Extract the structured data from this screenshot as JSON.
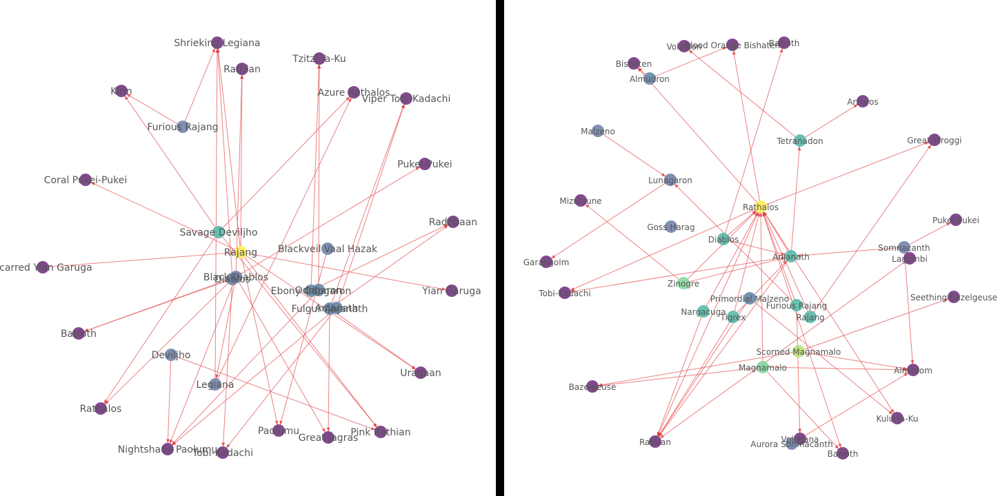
{
  "colors": {
    "edge": "#e8696b",
    "label": "#555555",
    "divider": "#000000",
    "background": "#ffffff",
    "palette": {
      "purple": "#6a2a78",
      "slate": "#6b7ba6",
      "steel": "#5b83a6",
      "teal": "#4fb5a5",
      "green": "#7fd39a",
      "lime": "#b7df6d",
      "yellow": "#fbeb4a"
    }
  },
  "graphs": [
    {
      "id": "left",
      "nodes": [
        {
          "id": "Shrieking Legiana",
          "label": "Shrieking Legiana",
          "color": "purple"
        },
        {
          "id": "Rathian",
          "label": "Rathian",
          "color": "purple"
        },
        {
          "id": "Kirin",
          "label": "Kirin",
          "color": "purple"
        },
        {
          "id": "Furious Rajang",
          "label": "Furious Rajang",
          "color": "slate"
        },
        {
          "id": "Tzitzi-Ya-Ku",
          "label": "Tzitzi-Ya-Ku",
          "color": "purple"
        },
        {
          "id": "Azure Rathalos",
          "label": "Azure Rathalos",
          "color": "purple"
        },
        {
          "id": "Viper Tobi-Kadachi",
          "label": "Viper Tobi-Kadachi",
          "color": "purple"
        },
        {
          "id": "Pukei-Pukei",
          "label": "Pukei-Pukei",
          "color": "purple"
        },
        {
          "id": "Coral Pukei-Pukei",
          "label": "Coral Pukei-Pukei",
          "color": "purple"
        },
        {
          "id": "Radobaan",
          "label": "Radobaan",
          "color": "purple"
        },
        {
          "id": "Savage Deviljho",
          "label": "Savage Deviljho",
          "color": "teal"
        },
        {
          "id": "Rajang",
          "label": "Rajang",
          "color": "yellow"
        },
        {
          "id": "Blackveil Vaal Hazak",
          "label": "Blackveil Vaal Hazak",
          "color": "slate"
        },
        {
          "id": "Scarred Yian Garuga",
          "label": "Scarred Yian Garuga",
          "color": "purple"
        },
        {
          "id": "Black Diablos",
          "label": "Black Diablos",
          "color": "slate"
        },
        {
          "id": "Diablos",
          "label": "Diablos",
          "color": "slate"
        },
        {
          "id": "Ebony Odogaron",
          "label": "Ebony Odogaron",
          "color": "steel"
        },
        {
          "id": "Odogaron",
          "label": "Odogaron",
          "color": "steel"
        },
        {
          "id": "Yian Garuga",
          "label": "Yian Garuga",
          "color": "purple"
        },
        {
          "id": "Fulgur Anjanath",
          "label": "Fulgur Anjanath",
          "color": "steel"
        },
        {
          "id": "Anjanath",
          "label": "Anjanath",
          "color": "steel"
        },
        {
          "id": "Barroth",
          "label": "Barroth",
          "color": "purple"
        },
        {
          "id": "Deviljho",
          "label": "Deviljho",
          "color": "slate"
        },
        {
          "id": "Uragaan",
          "label": "Uragaan",
          "color": "purple"
        },
        {
          "id": "Legiana",
          "label": "Legiana",
          "color": "slate"
        },
        {
          "id": "Rathalos",
          "label": "Rathalos",
          "color": "purple"
        },
        {
          "id": "Paolumu",
          "label": "Paolumu",
          "color": "purple"
        },
        {
          "id": "Great Jagras",
          "label": "Great Jagras",
          "color": "purple"
        },
        {
          "id": "Pink Rathian",
          "label": "Pink Rathian",
          "color": "purple"
        },
        {
          "id": "Nightshade Paolumu",
          "label": "Nightshade Paolumu",
          "color": "purple"
        },
        {
          "id": "Tobi-Kadachi",
          "label": "Tobi-Kadachi",
          "color": "purple"
        }
      ],
      "edges": [
        [
          "Rajang",
          "Shrieking Legiana"
        ],
        [
          "Rajang",
          "Rathian"
        ],
        [
          "Rajang",
          "Coral Pukei-Pukei"
        ],
        [
          "Rajang",
          "Yian Garuga"
        ],
        [
          "Rajang",
          "Paolumu"
        ],
        [
          "Rajang",
          "Pink Rathian"
        ],
        [
          "Rajang",
          "Uragaan"
        ],
        [
          "Scarred Yian Garuga",
          "Rajang"
        ],
        [
          "Furious Rajang",
          "Shrieking Legiana"
        ],
        [
          "Furious Rajang",
          "Kirin"
        ],
        [
          "Savage Deviljho",
          "Kirin"
        ],
        [
          "Savage Deviljho",
          "Azure Rathalos"
        ],
        [
          "Savage Deviljho",
          "Rathalos"
        ],
        [
          "Savage Deviljho",
          "Pink Rathian"
        ],
        [
          "Black Diablos",
          "Rathian"
        ],
        [
          "Black Diablos",
          "Legiana"
        ],
        [
          "Black Diablos",
          "Barroth"
        ],
        [
          "Black Diablos",
          "Pukei-Pukei"
        ],
        [
          "Black Diablos",
          "Great Jagras"
        ],
        [
          "Black Diablos",
          "Nightshade Paolumu"
        ],
        [
          "Diablos",
          "Shrieking Legiana"
        ],
        [
          "Diablos",
          "Barroth"
        ],
        [
          "Diablos",
          "Rathalos"
        ],
        [
          "Diablos",
          "Tobi-Kadachi"
        ],
        [
          "Legiana",
          "Azure Rathalos"
        ],
        [
          "Legiana",
          "Shrieking Legiana"
        ],
        [
          "Deviljho",
          "Nightshade Paolumu"
        ],
        [
          "Deviljho",
          "Pink Rathian"
        ],
        [
          "Ebony Odogaron",
          "Tzitzi-Ya-Ku"
        ],
        [
          "Ebony Odogaron",
          "Radobaan"
        ],
        [
          "Odogaron",
          "Tzitzi-Ya-Ku"
        ],
        [
          "Odogaron",
          "Nightshade Paolumu"
        ],
        [
          "Blackveil Vaal Hazak",
          "Paolumu"
        ],
        [
          "Fulgur Anjanath",
          "Viper Tobi-Kadachi"
        ],
        [
          "Fulgur Anjanath",
          "Radobaan"
        ],
        [
          "Fulgur Anjanath",
          "Uragaan"
        ],
        [
          "Fulgur Anjanath",
          "Great Jagras"
        ],
        [
          "Anjanath",
          "Viper Tobi-Kadachi"
        ],
        [
          "Anjanath",
          "Tobi-Kadachi"
        ],
        [
          "Anjanath",
          "Nightshade Paolumu"
        ]
      ]
    },
    {
      "id": "right",
      "nodes": [
        {
          "id": "Volvidon",
          "label": "Volvidon",
          "color": "purple"
        },
        {
          "id": "Blood Orange Bishaten",
          "label": "Blood Orange Bishaten",
          "color": "purple"
        },
        {
          "id": "Barroth top",
          "label": "Barroth",
          "color": "purple"
        },
        {
          "id": "Bishaten",
          "label": "Bishaten",
          "color": "purple"
        },
        {
          "id": "Almudron",
          "label": "Almudron",
          "color": "steel"
        },
        {
          "id": "Arzuros",
          "label": "Arzuros",
          "color": "purple"
        },
        {
          "id": "Malzeno",
          "label": "Malzeno",
          "color": "slate"
        },
        {
          "id": "Tetranadon",
          "label": "Tetranadon",
          "color": "teal"
        },
        {
          "id": "Great Wroggi",
          "label": "Great Wroggi",
          "color": "purple"
        },
        {
          "id": "Lunagaron",
          "label": "Lunagaron",
          "color": "slate"
        },
        {
          "id": "Mizutsune",
          "label": "Mizutsune",
          "color": "purple"
        },
        {
          "id": "Rathalos",
          "label": "Rathalos",
          "color": "yellow"
        },
        {
          "id": "Pukei-Pukei",
          "label": "Pukei-Pukei",
          "color": "purple"
        },
        {
          "id": "Goss Harag",
          "label": "Goss Harag",
          "color": "slate"
        },
        {
          "id": "Somnacanth",
          "label": "Somnacanth",
          "color": "slate"
        },
        {
          "id": "Lagombi",
          "label": "Lagombi",
          "color": "purple"
        },
        {
          "id": "Diablos",
          "label": "Diablos",
          "color": "teal"
        },
        {
          "id": "Anjanath",
          "label": "Anjanath",
          "color": "teal"
        },
        {
          "id": "Garangolm",
          "label": "Garangolm",
          "color": "purple"
        },
        {
          "id": "Zinogre",
          "label": "Zinogre",
          "color": "green"
        },
        {
          "id": "Tobi-Kadachi",
          "label": "Tobi-Kadachi",
          "color": "purple"
        },
        {
          "id": "Primordial Malzeno",
          "label": "Primordial Malzeno",
          "color": "steel"
        },
        {
          "id": "Seething Bazelgeuse",
          "label": "Seething Bazelgeuse",
          "color": "purple"
        },
        {
          "id": "Furious Rajang",
          "label": "Furious Rajang",
          "color": "teal"
        },
        {
          "id": "Nargacuga",
          "label": "Nargacuga",
          "color": "teal"
        },
        {
          "id": "Tigrex",
          "label": "Tigrex",
          "color": "teal"
        },
        {
          "id": "Rajang",
          "label": "Rajang",
          "color": "teal"
        },
        {
          "id": "Scorned Magnamalo",
          "label": "Scorned Magnamalo",
          "color": "lime"
        },
        {
          "id": "Magnamalo",
          "label": "Magnamalo",
          "color": "green"
        },
        {
          "id": "Almosom",
          "label": "Almosom",
          "color": "purple"
        },
        {
          "id": "Bazelgeuse",
          "label": "Bazelgeuse",
          "color": "purple"
        },
        {
          "id": "Kulu-Ya-Ku",
          "label": "Kulu-Ya-Ku",
          "color": "purple"
        },
        {
          "id": "Rathian",
          "label": "Rathian",
          "color": "purple"
        },
        {
          "id": "Volkhana",
          "label": "Volkhana",
          "color": "purple"
        },
        {
          "id": "Aurora Somnacanth",
          "label": "Aurora Somnacanth",
          "color": "slate"
        },
        {
          "id": "Barroth",
          "label": "Barroth",
          "color": "purple"
        }
      ],
      "edges": [
        [
          "Almudron",
          "Bishaten"
        ],
        [
          "Almudron",
          "Blood Orange Bishaten"
        ],
        [
          "Tetranadon",
          "Volvidon"
        ],
        [
          "Tetranadon",
          "Arzuros"
        ],
        [
          "Malzeno",
          "Lunagaron"
        ],
        [
          "Lunagaron",
          "Garangolm"
        ],
        [
          "Rathalos",
          "Bishaten"
        ],
        [
          "Rathalos",
          "Blood Orange Bishaten"
        ],
        [
          "Rathalos",
          "Great Wroggi"
        ],
        [
          "Rathalos",
          "Tobi-Kadachi"
        ],
        [
          "Rathalos",
          "Rathian"
        ],
        [
          "Rathalos",
          "Kulu-Ya-Ku"
        ],
        [
          "Rathalos",
          "Barroth"
        ],
        [
          "Diablos",
          "Rathalos"
        ],
        [
          "Diablos",
          "Anjanath"
        ],
        [
          "Diablos",
          "Barroth top"
        ],
        [
          "Zinogre",
          "Rathalos"
        ],
        [
          "Zinogre",
          "Mizutsune"
        ],
        [
          "Zinogre",
          "Anjanath"
        ],
        [
          "Nargacuga",
          "Rathalos"
        ],
        [
          "Nargacuga",
          "Rathian"
        ],
        [
          "Tigrex",
          "Rathalos"
        ],
        [
          "Tigrex",
          "Anjanath"
        ],
        [
          "Tigrex",
          "Rathian"
        ],
        [
          "Anjanath",
          "Tetranadon"
        ],
        [
          "Anjanath",
          "Tobi-Kadachi"
        ],
        [
          "Anjanath",
          "Rathalos"
        ],
        [
          "Anjanath",
          "Rathian"
        ],
        [
          "Furious Rajang",
          "Rathalos"
        ],
        [
          "Furious Rajang",
          "Lunagaron"
        ],
        [
          "Furious Rajang",
          "Volkhana"
        ],
        [
          "Rajang",
          "Rathalos"
        ],
        [
          "Rajang",
          "Great Wroggi"
        ],
        [
          "Somnacanth",
          "Pukei-Pukei"
        ],
        [
          "Somnacanth",
          "Almosom"
        ],
        [
          "Somnacanth",
          "Anjanath"
        ],
        [
          "Lagombi",
          "Rathian"
        ],
        [
          "Scorned Magnamalo",
          "Seething Bazelgeuse"
        ],
        [
          "Scorned Magnamalo",
          "Bazelgeuse"
        ],
        [
          "Scorned Magnamalo",
          "Almosom"
        ],
        [
          "Magnamalo",
          "Bazelgeuse"
        ],
        [
          "Magnamalo",
          "Almosom"
        ],
        [
          "Magnamalo",
          "Rathalos"
        ],
        [
          "Magnamalo",
          "Barroth"
        ],
        [
          "Aurora Somnacanth",
          "Almosom"
        ],
        [
          "Primordial Malzeno",
          "Rathian"
        ],
        [
          "Primordial Malzeno",
          "Kulu-Ya-Ku"
        ]
      ]
    }
  ]
}
